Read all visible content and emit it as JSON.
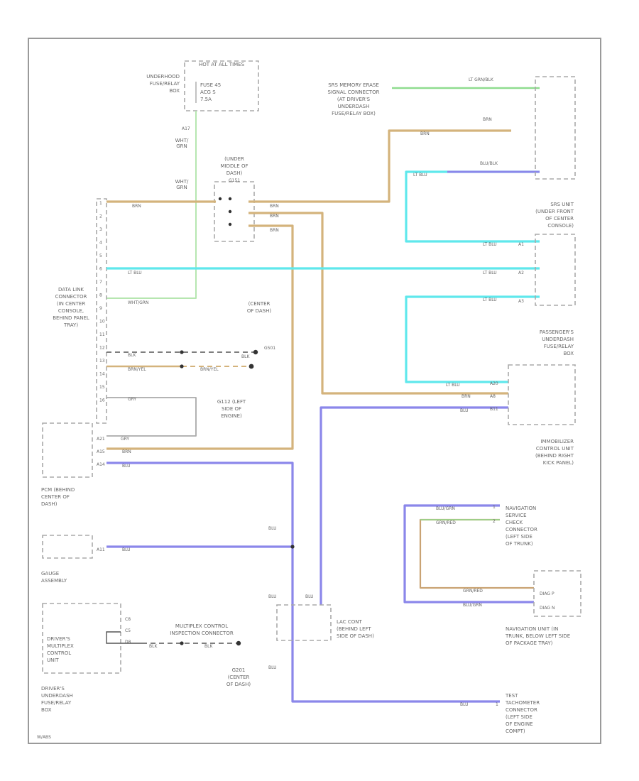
{
  "colors": {
    "brn": "#d4b37c",
    "ltblu": "#5fe8ec",
    "blu": "#8b87ea",
    "ltgrnblk": "#8fdc8f",
    "whtgrn": "#b6e6b0",
    "gry": "#aaaaaa"
  },
  "labels": {
    "hot_in_all_times": "HOT AT ALL TIMES",
    "underhood_box": "UNDERHOOD FUSE/RELAY BOX",
    "fuse_label": "FUSE 45 ACG S 7.5A",
    "a17": "A17",
    "wht_grn_1": "WHT/ GRN",
    "wht_grn_2": "WHT/ GRN",
    "under_middle_dash": "(UNDER MIDDLE OF DASH)",
    "g_label": "G151",
    "data_link_connector": "DATA LINK CONNECTOR (IN CENTER CONSOLE, BEHIND PANEL TRAY)",
    "center_dash_1": "(CENTER OF DASH)",
    "g_center": "G501",
    "g_engine": "G112 (LEFT SIDE OF ENGINE)",
    "pcm": "PCM (BEHIND CENTER OF DASH)",
    "gauge_assembly": "GAUGE ASSEMBLY",
    "drivers_mux": "DRIVER'S MULTIPLEX CONTROL UNIT",
    "drivers_box": "DRIVER'S UNDERDASH FUSE/RELAY BOX",
    "mux_inspection": "MULTIPLEX CONTROL INSPECTION CONNECTOR",
    "g_center2": "G201 (CENTER OF DASH)",
    "lac_cont": "LAC CONT (BEHIND LEFT SIDE OF DASH)",
    "srs_memory": "SRS MEMORY ERASE SIGNAL CONNECTOR (AT DRIVER'S UNDERDASH FUSE/RELAY BOX)",
    "srs_unit": "SRS UNIT (UNDER FRONT OF CENTER CONSOLE)",
    "passenger_box": "PASSENGER'S UNDERDASH FUSE/RELAY BOX",
    "immob": "IMMOBILIZER CONTROL UNIT (BEHIND RIGHT KICK PANEL)",
    "nav_service": "NAVIGATION SERVICE CHECK CONNECTOR (LEFT SIDE OF TRUNK)",
    "nav_unit": "NAVIGATION UNIT (IN TRUNK, BELOW LEFT SIDE OF PACKAGE TRAY)",
    "test_tach": "TEST TACHOMETER CONNECTOR (LEFT SIDE OF ENGINE COMPT)",
    "diag_p": "DIAG P",
    "diag_n": "DIAG N",
    "footer": "W/ABS"
  },
  "wires": {
    "brn": "BRN",
    "ltblu": "LT BLU",
    "blu": "BLU",
    "ltgrnblk": "LT GRN/BLK",
    "bluelk": "BLU/BLK",
    "whtgrn": "WHT/GRN",
    "gry": "GRY",
    "blk": "BLK",
    "brnyel": "BRN/YEL",
    "blugrn": "BLU/GRN",
    "grnred": "GRN/RED"
  },
  "pins": {
    "dlc": [
      "1",
      "2",
      "3",
      "4",
      "5",
      "6",
      "7",
      "8",
      "9",
      "10",
      "11",
      "12",
      "13",
      "14",
      "15",
      "16"
    ],
    "pcm": [
      "A21",
      "A15",
      "A14"
    ],
    "gauge": "A11",
    "srs_a": [
      "A1",
      "A2",
      "A3"
    ],
    "pass_box": [
      "A20",
      "A8",
      "B11"
    ],
    "nav_check": [
      "1",
      "2"
    ],
    "mux_drv": [
      "C8",
      "C5",
      "D8"
    ]
  }
}
